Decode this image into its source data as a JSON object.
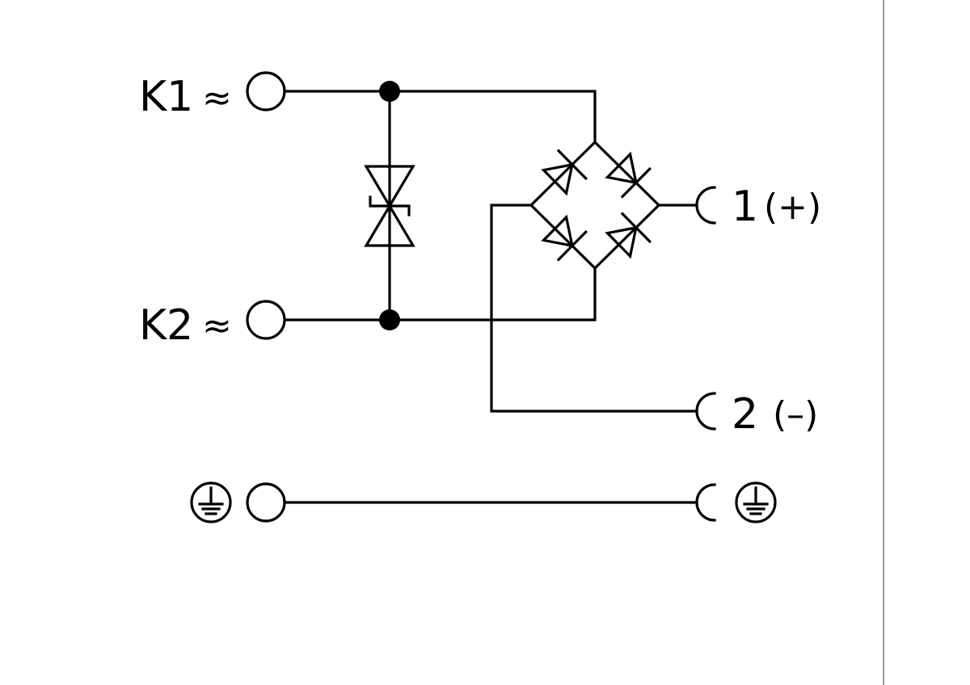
{
  "diagram": {
    "terminals": {
      "k1": {
        "name": "K1",
        "symbol": "≈"
      },
      "k2": {
        "name": "K2",
        "symbol": "≈"
      }
    },
    "outputs": {
      "out1": {
        "number": "1",
        "polarity": "(+)"
      },
      "out2": {
        "number": "2",
        "polarity": "(–)"
      }
    },
    "ground": {
      "left_icon": "protective-earth-icon",
      "right_icon": "protective-earth-icon"
    },
    "components": [
      "bidirectional-tvs-diode",
      "bridge-rectifier"
    ],
    "colors": {
      "line": "#000000",
      "frame": "#9a9a9a",
      "background": "#ffffff"
    }
  }
}
